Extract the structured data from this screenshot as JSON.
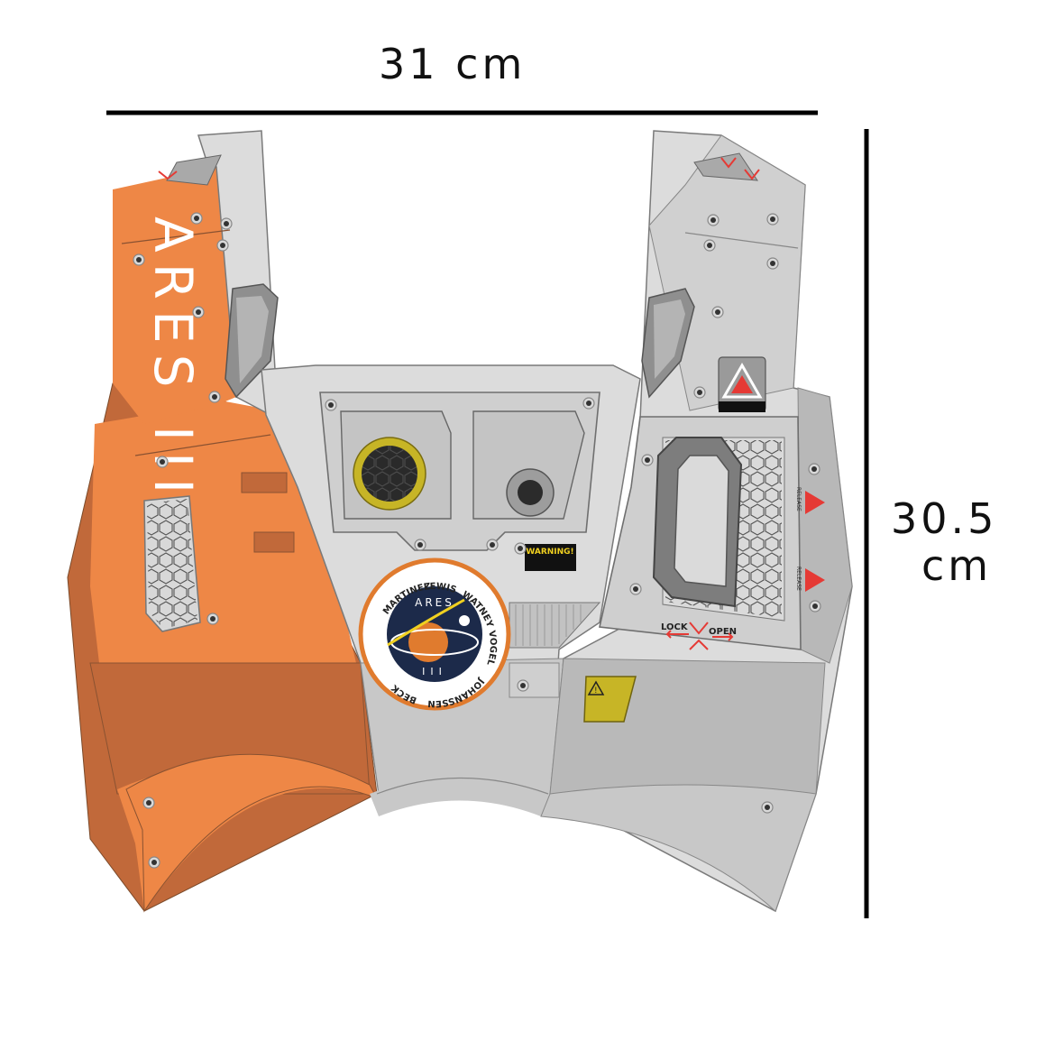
{
  "dimensions": {
    "width_label": "31 cm",
    "height_value": "30.5",
    "height_unit": "cm"
  },
  "panel": {
    "side_text": "ARES III",
    "warning_tag": "WARNING!",
    "lock_label": "LOCK",
    "open_label": "OPEN",
    "release_label": "RELEASE"
  },
  "mission_patch": {
    "center_text": "ARES",
    "roman_numeral": "III",
    "crew_names": [
      "LEWIS",
      "WATNEY",
      "VOGEL",
      "JOHANSSEN",
      "BECK",
      "MARTINEZ"
    ]
  },
  "colors": {
    "orange": "#ee8746",
    "orange_dark": "#c1693a",
    "grey_light": "#dcdcdc",
    "grey_mid": "#b8b8b8",
    "grey_dark": "#8a8a8a",
    "hazard_red": "#e53a35",
    "yellow": "#c7b526",
    "patch_navy": "#1c2a4a"
  },
  "icons": [
    "hazard-triangle-icon",
    "warning-triangle-icon",
    "lock-chevron-icon",
    "release-arrow-icon"
  ]
}
